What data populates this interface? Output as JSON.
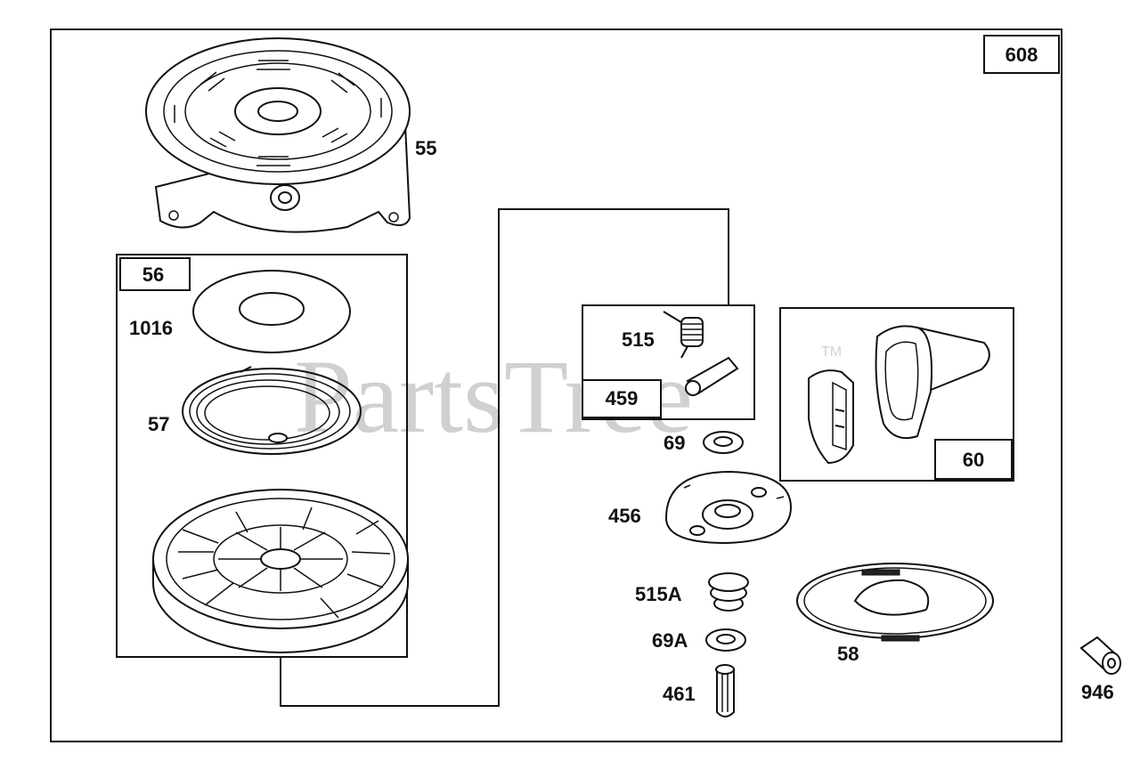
{
  "watermark": {
    "text": "PartsTree",
    "trademark": "TM"
  },
  "boxes": {
    "main": "608",
    "rewind_group": "56",
    "pawl_group": "459",
    "handle_group": "60"
  },
  "callouts": {
    "p55": "55",
    "p1016": "1016",
    "p57": "57",
    "p515": "515",
    "p69": "69",
    "p456": "456",
    "p515a": "515A",
    "p69a": "69A",
    "p461": "461",
    "p58": "58",
    "p946": "946"
  },
  "icons": {
    "housing": "blower-housing-icon",
    "washer": "washer-icon",
    "spring": "recoil-spring-icon",
    "pulley": "pulley-icon",
    "pawl_spring": "torsion-spring-icon",
    "pawl": "pawl-icon",
    "retainer": "retainer-icon",
    "handle": "starter-handle-icon",
    "rope": "starter-rope-icon",
    "pin": "pin-icon",
    "grommet": "grommet-icon"
  },
  "colors": {
    "line": "#111111",
    "watermark": "#d0d0d0",
    "background": "#ffffff"
  }
}
